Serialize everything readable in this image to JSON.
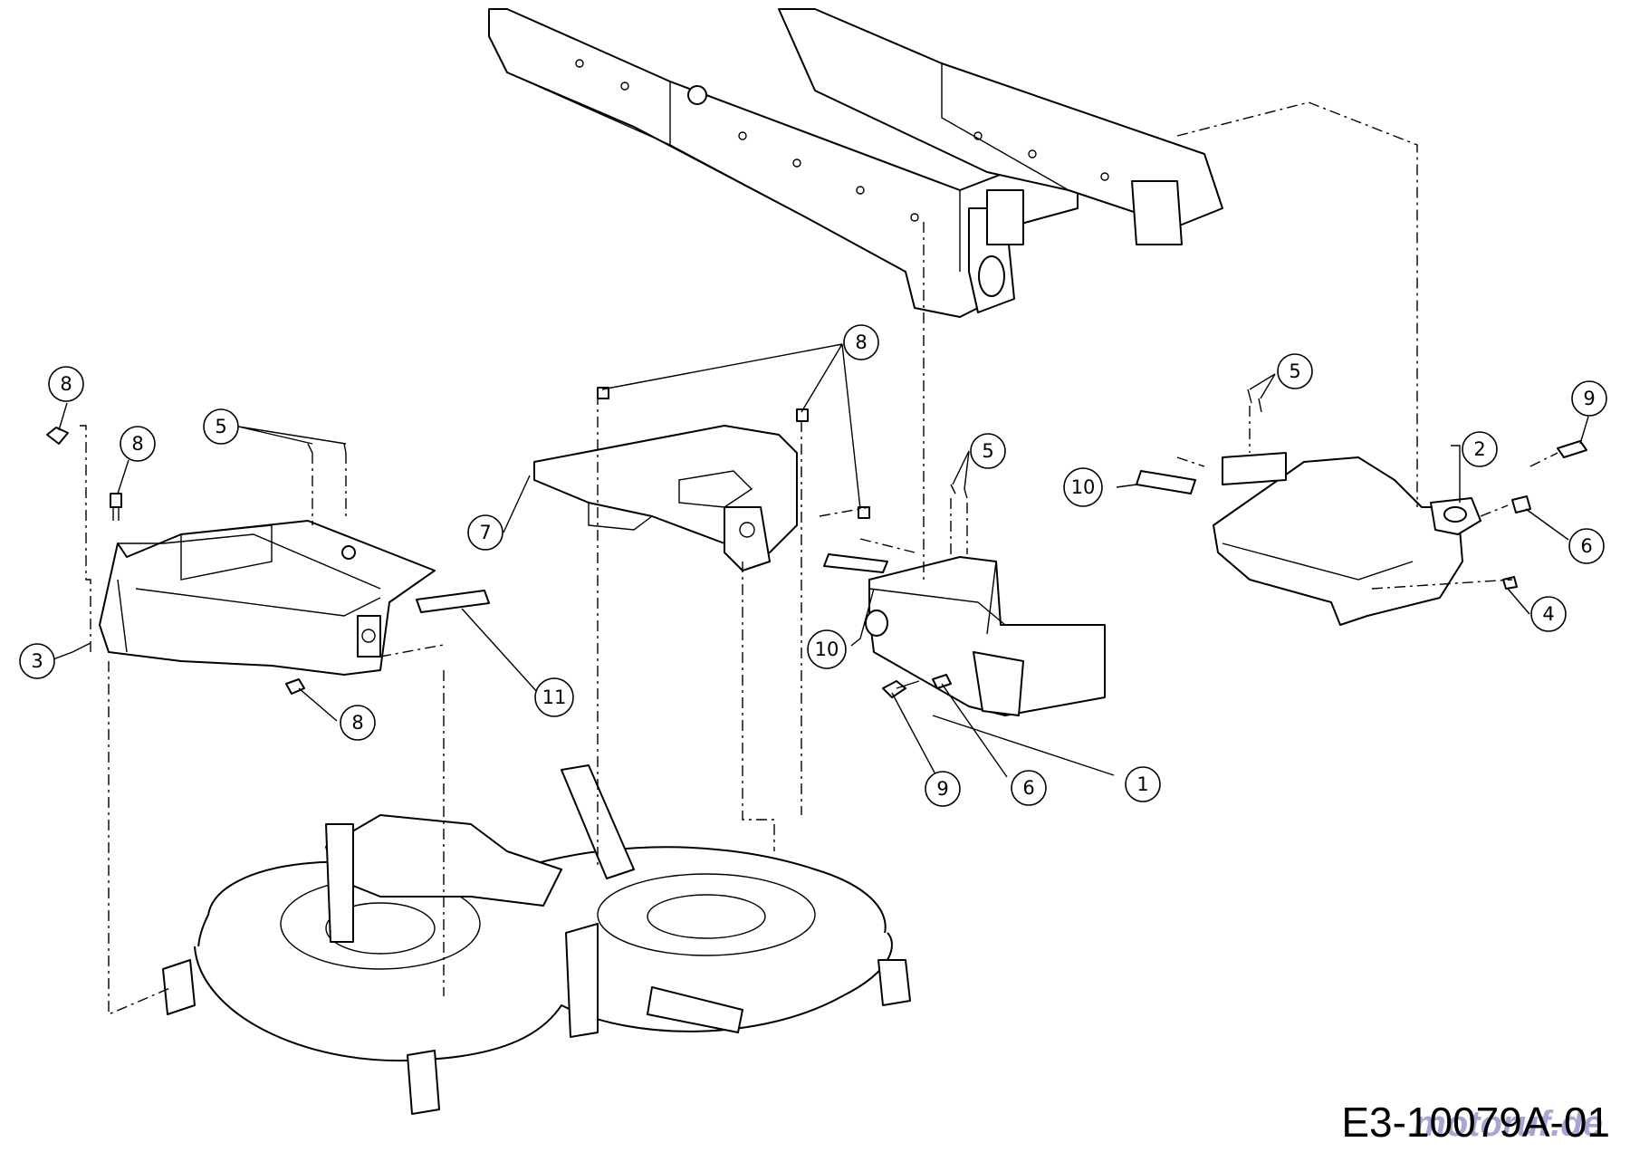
{
  "diagram": {
    "drawing_code": "E3-10079A-01",
    "watermark": "motoruf.de",
    "callouts": [
      {
        "id": "c1",
        "label": "1"
      },
      {
        "id": "c2",
        "label": "2"
      },
      {
        "id": "c3",
        "label": "3"
      },
      {
        "id": "c4",
        "label": "4"
      },
      {
        "id": "c5a",
        "label": "5"
      },
      {
        "id": "c5b",
        "label": "5"
      },
      {
        "id": "c5c",
        "label": "5"
      },
      {
        "id": "c6a",
        "label": "6"
      },
      {
        "id": "c6b",
        "label": "6"
      },
      {
        "id": "c7",
        "label": "7"
      },
      {
        "id": "c8a",
        "label": "8"
      },
      {
        "id": "c8b",
        "label": "8"
      },
      {
        "id": "c8c",
        "label": "8"
      },
      {
        "id": "c8d",
        "label": "8"
      },
      {
        "id": "c9a",
        "label": "9"
      },
      {
        "id": "c9b",
        "label": "9"
      },
      {
        "id": "c10a",
        "label": "10"
      },
      {
        "id": "c10b",
        "label": "10"
      },
      {
        "id": "c11",
        "label": "11"
      }
    ]
  }
}
